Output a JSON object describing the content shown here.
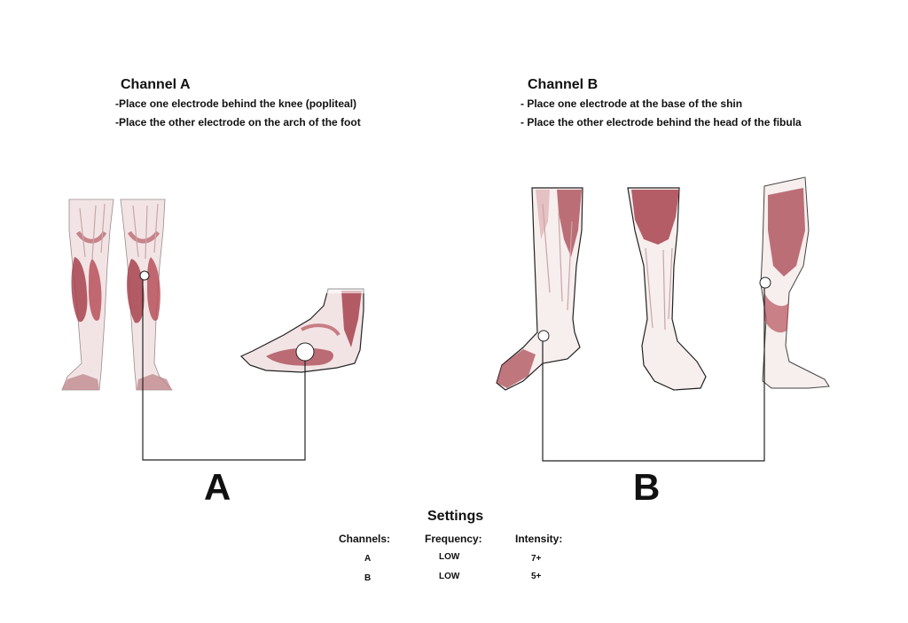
{
  "channel_a": {
    "title": "Channel A",
    "line1": "-Place one electrode behind the knee (popliteal)",
    "line2": "-Place the other electrode on the arch of the foot",
    "letter": "A"
  },
  "channel_b": {
    "title": "Channel B",
    "line1": "- Place one electrode at the base of the shin",
    "line2": "- Place the other electrode behind the head of the fibula",
    "letter": "B"
  },
  "settings": {
    "title": "Settings",
    "headers": [
      "Channels:",
      "Frequency:",
      "Intensity:"
    ],
    "rows": [
      [
        "A",
        "LOW",
        "7+"
      ],
      [
        "B",
        "LOW",
        "5+"
      ]
    ]
  },
  "colors": {
    "muscle": "#a8434d",
    "muscle_light": "#d9a3a8",
    "skin": "#f4ecec",
    "outline": "#222222"
  }
}
